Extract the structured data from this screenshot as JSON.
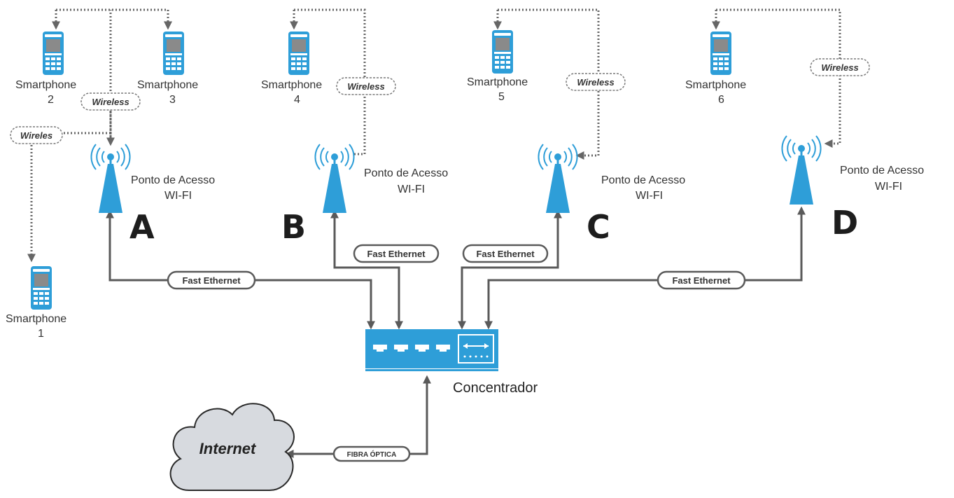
{
  "colors": {
    "device_blue": "#2e9ed8",
    "line_gray": "#5a5a5a",
    "cloud_fill": "#d7dadf"
  },
  "smartphones": [
    {
      "id": "1",
      "name": "Smartphone",
      "number": "1"
    },
    {
      "id": "2",
      "name": "Smartphone",
      "number": "2"
    },
    {
      "id": "3",
      "name": "Smartphone",
      "number": "3"
    },
    {
      "id": "4",
      "name": "Smartphone",
      "number": "4"
    },
    {
      "id": "5",
      "name": "Smartphone",
      "number": "5"
    },
    {
      "id": "6",
      "name": "Smartphone",
      "number": "6"
    }
  ],
  "access_points": [
    {
      "letter": "A",
      "line1": "Ponto de Acesso",
      "line2": "WI-FI"
    },
    {
      "letter": "B",
      "line1": "Ponto de Acesso",
      "line2": "WI-FI"
    },
    {
      "letter": "C",
      "line1": "Ponto de Acesso",
      "line2": "WI-FI"
    },
    {
      "letter": "D",
      "line1": "Ponto de Acesso",
      "line2": "WI-FI"
    }
  ],
  "link_labels": {
    "fast_ethernet": "Fast Ethernet",
    "fibra_optica": "FIBRA ÓPTICA",
    "wireless": "Wireless",
    "wireles_truncated": "Wireles"
  },
  "concentrador": "Concentrador",
  "internet": "Internet",
  "icons": [
    "smartphone-icon",
    "wifi-access-point-icon",
    "switch-icon",
    "cloud-icon"
  ]
}
